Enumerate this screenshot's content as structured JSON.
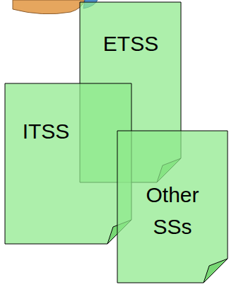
{
  "diagram": {
    "nodes": [
      {
        "text": [
          "ETSS"
        ]
      },
      {
        "text": [
          "ITSS"
        ]
      },
      {
        "text": [
          "Other SSs"
        ]
      }
    ]
  }
}
